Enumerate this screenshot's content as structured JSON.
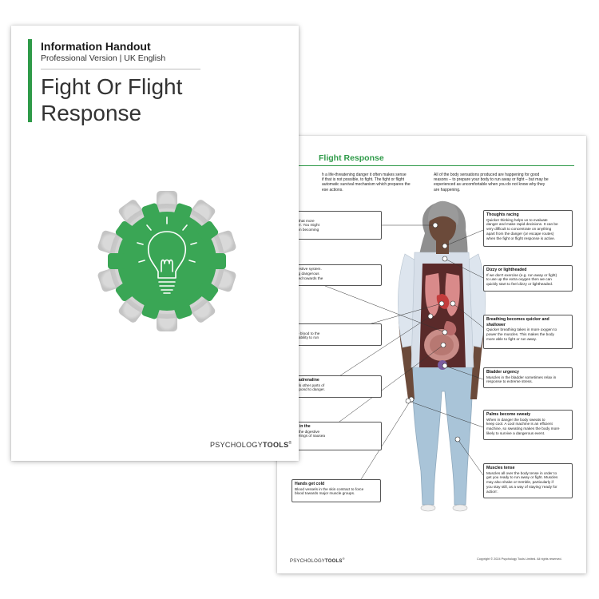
{
  "cover": {
    "handout_type": "Information Handout",
    "version": "Professional Version | UK English",
    "title": "Fight Or Flight\nResponse",
    "brand_light": "PSYCHOLOGY",
    "brand_bold": "TOOLS",
    "brand_mark": "®",
    "accent_color": "#2e9a48",
    "icon": "lightbulb-in-gear-icon"
  },
  "diagram_page": {
    "title": "Flight Response",
    "intro_left": "h a life-threatening danger it often makes sense\nif that is not possible, to fight. The fight or flight\nautomatic survival mechanism which prepares the\nese actions.",
    "intro_right": "All of the body sensations produced are happening for good\nreasons – to prepare your body to run away or fight – but may be\nexperienced as uncomfortable when you do not know why they\nare happening.",
    "left_boxes": [
      {
        "title": "ision",
        "body": "me acute so that more\npaid to danger. You might\nision', or vision becoming"
      },
      {
        "title": "",
        "body": "art of the digestive system.\ns down during dangerous\nergy is diverted towards the"
      },
      {
        "title": "aster",
        "body": "rt feeds more blood to the\nhances your ability to run"
      },
      {
        "title": "ds release adrenaline",
        "body": "quickly signals other parts of\nt ready to respond to danger."
      },
      {
        "title": "butterflies' in the",
        "body": "d away from the digestive\nan lead to feelings of nausea"
      },
      {
        "title": "Hands get cold",
        "body": "Blood vessels in the skin contract to force\nblood towards major muscle groups."
      }
    ],
    "right_boxes": [
      {
        "title": "Thoughts racing",
        "body": "Quicker thinking helps us to evaluate\ndanger and make rapid decisions. It can be\nvery difficult to concentrate on anything\napart from the danger (or escape routes)\nwhen the fight or flight response is active."
      },
      {
        "title": "Dizzy or lightheaded",
        "body": "If we don't exercise (e.g. run away or fight)\nto use up the extra oxygen then we can\nquickly start to feel dizzy or lightheaded."
      },
      {
        "title": "Breathing becomes quicker and\nshallower",
        "body": "Quicker breathing takes in more oxygen to\npower the muscles. This makes the body\nmore able to fight or run away."
      },
      {
        "title": "Bladder urgency",
        "body": "Muscles in the bladder sometimes relax in\nresponse to extreme stress."
      },
      {
        "title": "Palms become sweaty",
        "body": "When in danger the body sweats to\nkeep cool. A cool machine is an efficient\nmachine, so sweating makes the body more\nlikely to survive a dangerous event."
      },
      {
        "title": "Muscles tense",
        "body": "Muscles all over the body tense in order to\nget you ready to run away or fight. Muscles\nmay also shake or tremble, particularly if\nyou stay still, as a way of staying 'ready for\naction'."
      }
    ],
    "brand_light": "PSYCHOLOGY",
    "brand_bold": "TOOLS",
    "brand_mark": "®",
    "copyright": "Copyright © 2024 Psychology Tools Limited. All rights reserved."
  }
}
